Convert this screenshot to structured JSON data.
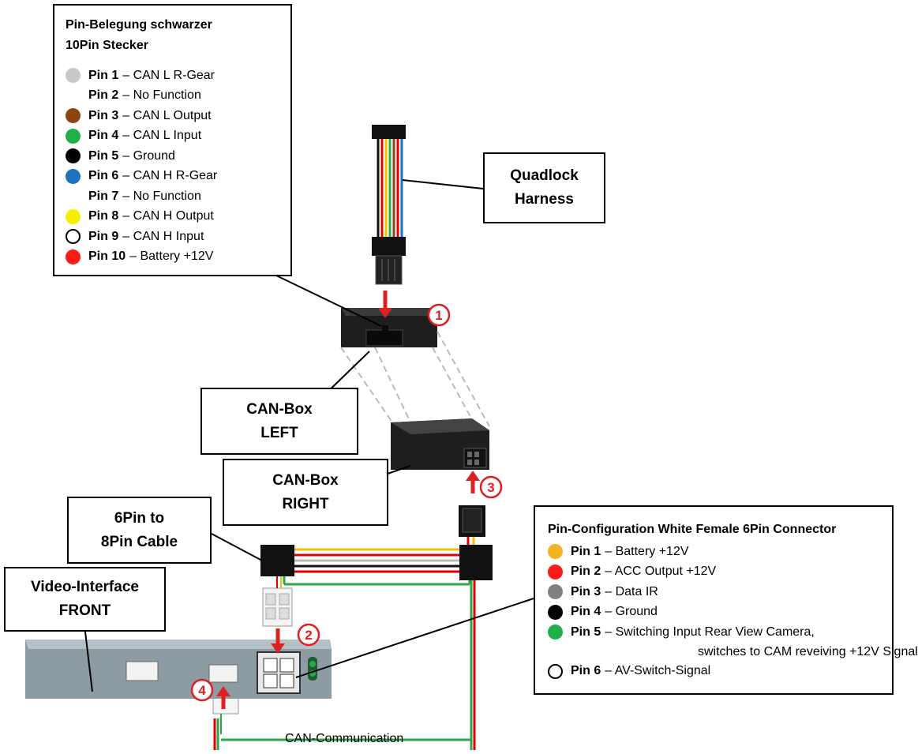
{
  "pin_box_left": {
    "title_line1": "Pin-Belegung  schwarzer",
    "title_line2": "10Pin Stecker",
    "pins": [
      {
        "pin": "Pin 1",
        "desc": "– CAN L R-Gear",
        "color": "#c8c8c8"
      },
      {
        "pin": "Pin 2",
        "desc": "– No Function",
        "color": ""
      },
      {
        "pin": "Pin 3",
        "desc": "– CAN L Output",
        "color": "#8b4513"
      },
      {
        "pin": "Pin 4",
        "desc": "– CAN L Input",
        "color": "#1fb04c"
      },
      {
        "pin": "Pin 5",
        "desc": "– Ground",
        "color": "#000000"
      },
      {
        "pin": "Pin 6",
        "desc": "– CAN H R-Gear",
        "color": "#1e73be"
      },
      {
        "pin": "Pin 7",
        "desc": "– No Function",
        "color": ""
      },
      {
        "pin": "Pin 8",
        "desc": "– CAN H Output",
        "color": "#f5f000"
      },
      {
        "pin": "Pin 9",
        "desc": "– CAN H Input",
        "color": "outline"
      },
      {
        "pin": "Pin 10",
        "desc": "– Battery +12V",
        "color": "#ff1a1a"
      }
    ]
  },
  "pin_box_right": {
    "title": "Pin-Configuration White Female 6Pin Connector",
    "pins": [
      {
        "pin": "Pin 1",
        "desc": "– Battery +12V",
        "color": "#f5b324"
      },
      {
        "pin": "Pin 2",
        "desc": "– ACC Output  +12V",
        "color": "#ff1a1a"
      },
      {
        "pin": "Pin 3",
        "desc": "– Data IR",
        "color": "#808080"
      },
      {
        "pin": "Pin 4",
        "desc": "– Ground",
        "color": "#000000"
      },
      {
        "pin": "Pin 5",
        "desc": "– Switching Input Rear View Camera,",
        "color": "#1fb04c"
      },
      {
        "pin": "Pin 6",
        "desc": "– AV-Switch-Signal",
        "color": "outline"
      }
    ],
    "pin5_continuation": "switches to CAM reveiving +12V Signal"
  },
  "labels": {
    "quadlock": [
      "Quadlock",
      "Harness"
    ],
    "canbox_left": [
      "CAN-Box",
      "LEFT"
    ],
    "canbox_right": [
      "CAN-Box",
      "RIGHT"
    ],
    "cable": [
      "6Pin to",
      "8Pin Cable"
    ],
    "video_interface": [
      "Video-Interface",
      "FRONT"
    ]
  },
  "markers": [
    "1",
    "2",
    "3",
    "4"
  ],
  "can_communication": "CAN-Communication",
  "colors": {
    "marker": "#e02020",
    "wire_red": "#e00000",
    "wire_green": "#2aa84a",
    "wire_yellow": "#f2c200"
  }
}
